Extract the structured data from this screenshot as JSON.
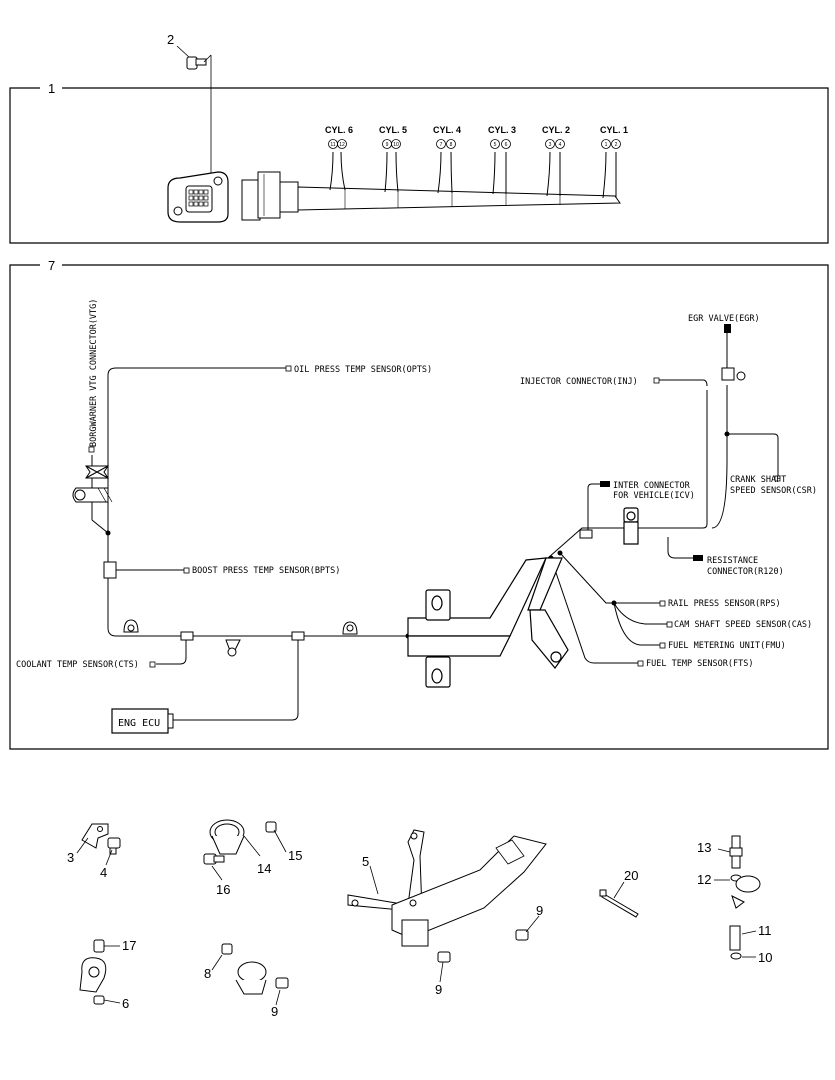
{
  "box1": {
    "number": "1",
    "bolt_number": "2",
    "cylinders": [
      {
        "label": "CYL. 6",
        "pins": [
          "11",
          "12"
        ]
      },
      {
        "label": "CYL. 5",
        "pins": [
          "9",
          "10"
        ]
      },
      {
        "label": "CYL. 4",
        "pins": [
          "7",
          "8"
        ]
      },
      {
        "label": "CYL. 3",
        "pins": [
          "5",
          "6"
        ]
      },
      {
        "label": "CYL. 2",
        "pins": [
          "3",
          "4"
        ]
      },
      {
        "label": "CYL. 1",
        "pins": [
          "1",
          "2"
        ]
      }
    ]
  },
  "box7": {
    "number": "7",
    "labels": {
      "vtg": "BORGWARNER VTG CONNECTOR(VTG)",
      "opts": "OIL PRESS TEMP SENSOR(OPTS)",
      "bpts": "BOOST PRESS TEMP SENSOR(BPTS)",
      "cts": "COOLANT TEMP SENSOR(CTS)",
      "ecu": "ENG ECU",
      "egr": "EGR VALVE(EGR)",
      "inj": "INJECTOR CONNECTOR(INJ)",
      "icv1": "INTER CONNECTOR",
      "icv2": "FOR VEHICLE(ICV)",
      "csr1": "CRANK SHAFT",
      "csr2": "SPEED SENSOR(CSR)",
      "r120a": "RESISTANCE",
      "r120b": "CONNECTOR(R120)",
      "rps": "RAIL PRESS SENSOR(RPS)",
      "cas": "CAM SHAFT SPEED SENSOR(CAS)",
      "fmu": "FUEL METERING UNIT(FMU)",
      "fts": "FUEL TEMP SENSOR(FTS)"
    }
  },
  "parts": {
    "p3": "3",
    "p4": "4",
    "p15": "15",
    "p14": "14",
    "p16": "16",
    "p5": "5",
    "p9a": "9",
    "p9b": "9",
    "p20": "20",
    "p13": "13",
    "p12": "12",
    "p11": "11",
    "p10": "10",
    "p17": "17",
    "p6": "6",
    "p8": "8",
    "p9c": "9"
  }
}
